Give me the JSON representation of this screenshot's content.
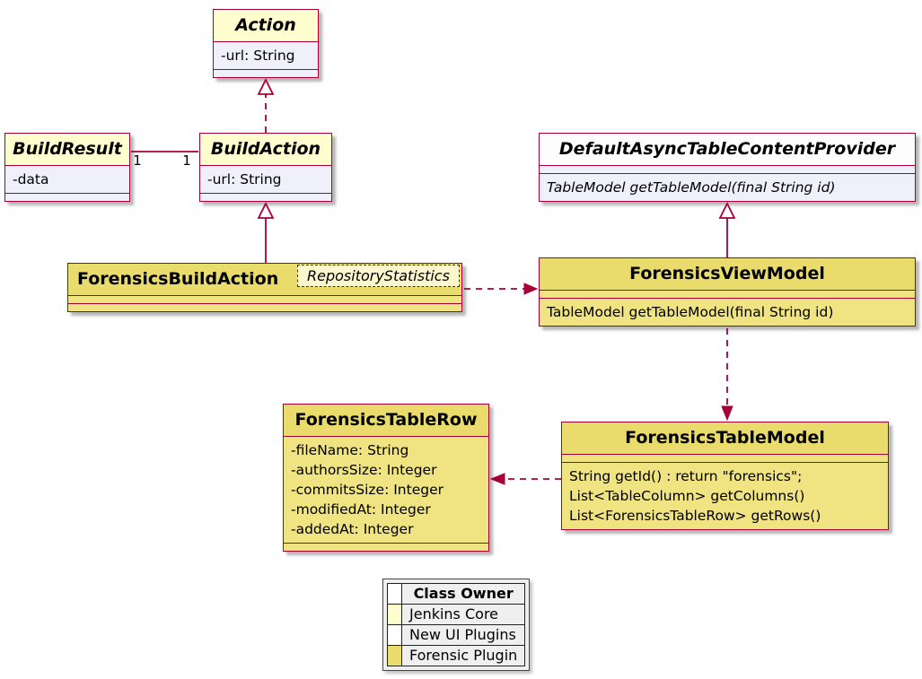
{
  "colors": {
    "uml-border": "#A80036",
    "fill-core-title": "#FEFECE",
    "fill-core-body": "#F0F0FA",
    "fill-ui-title": "#FDFDFE",
    "fill-ui-body": "#F0F0FA",
    "fill-forensic-title": "#E9DB6C",
    "fill-forensic-body": "#EFE382",
    "tag-bg": "#FCF7CC",
    "legend-bg": "#EFEFEF"
  },
  "classes": {
    "action": {
      "name": "Action",
      "attributes": [
        "-url: String"
      ]
    },
    "build_result": {
      "name": "BuildResult",
      "attributes": [
        "-data"
      ]
    },
    "build_action": {
      "name": "BuildAction",
      "attributes": [
        "-url: String"
      ]
    },
    "provider": {
      "name": "DefaultAsyncTableContentProvider",
      "methods": [
        "TableModel getTableModel(final String id)"
      ]
    },
    "forensics_build_action": {
      "name": "ForensicsBuildAction",
      "tag": "RepositoryStatistics"
    },
    "forensics_view_model": {
      "name": "ForensicsViewModel",
      "methods": [
        "TableModel getTableModel(final String id)"
      ]
    },
    "forensics_table_row": {
      "name": "ForensicsTableRow",
      "attributes": [
        "-fileName: String",
        "-authorsSize: Integer",
        "-commitsSize: Integer",
        "-modifiedAt: Integer",
        "-addedAt: Integer"
      ]
    },
    "forensics_table_model": {
      "name": "ForensicsTableModel",
      "methods": [
        "String getId() : return \"forensics\";",
        "List<TableColumn> getColumns()",
        "List<ForensicsTableRow> getRows()"
      ]
    }
  },
  "relations": {
    "buildresult_buildaction": {
      "left_multiplicity": "1",
      "right_multiplicity": "1"
    }
  },
  "legend": {
    "title": "Class Owner",
    "items": [
      {
        "label": "Jenkins Core",
        "color": "#FEFECE"
      },
      {
        "label": "New UI Plugins",
        "color": "#FFFFFF"
      },
      {
        "label": "Forensic Plugin",
        "color": "#E9DB6C"
      }
    ]
  }
}
